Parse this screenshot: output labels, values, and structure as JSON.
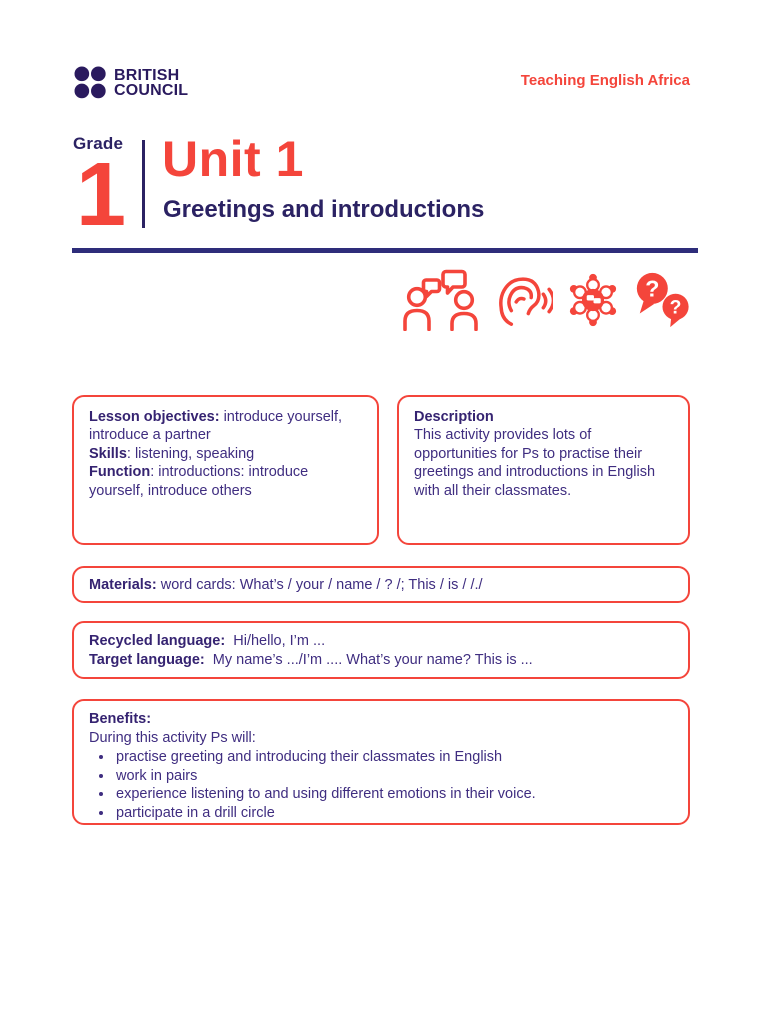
{
  "header": {
    "brand_line1": "BRITISH",
    "brand_line2": "COUNCIL",
    "program_title": "Teaching English Africa"
  },
  "title_block": {
    "grade_label": "Grade",
    "grade_number": "1",
    "unit_title": "Unit 1",
    "unit_subtitle": "Greetings and introductions"
  },
  "icons": {
    "speaking": "two-people-talking-icon",
    "listening": "ear-listening-icon",
    "group": "drill-circle-group-icon",
    "questions": "question-speech-bubbles-icon"
  },
  "boxes": {
    "objectives": {
      "label1": "Lesson objectives:",
      "text1": " introduce yourself, introduce a partner",
      "label2": "Skills",
      "text2": ": listening, speaking",
      "label3": "Function",
      "text3": ": introductions: introduce yourself, introduce others"
    },
    "description": {
      "title": "Description",
      "body": "This activity provides lots of opportunities for Ps to practise their greetings and introductions in English with all their classmates."
    },
    "materials": {
      "label": "Materials:",
      "text": " word cards: What’s / your / name / ? /; This / is / /./"
    },
    "language": {
      "recycled_label": "Recycled language:",
      "recycled_text": "  Hi/hello, I’m ...",
      "target_label": "Target language:",
      "target_text": "  My name’s .../I’m .... What’s your name? This is ..."
    },
    "benefits": {
      "title": "Benefits:",
      "intro": "During this activity Ps will:",
      "items": [
        "practise greeting and introducing their classmates in English",
        "work in pairs",
        "experience listening to and using different emotions in their voice.",
        "participate in a drill circle"
      ]
    }
  },
  "colors": {
    "accent_red": "#f4453b",
    "navy": "#2b2263",
    "logo_navy": "#2a1a5e",
    "text_purple": "#3f2d80",
    "divider_navy": "#2e2d7a"
  }
}
